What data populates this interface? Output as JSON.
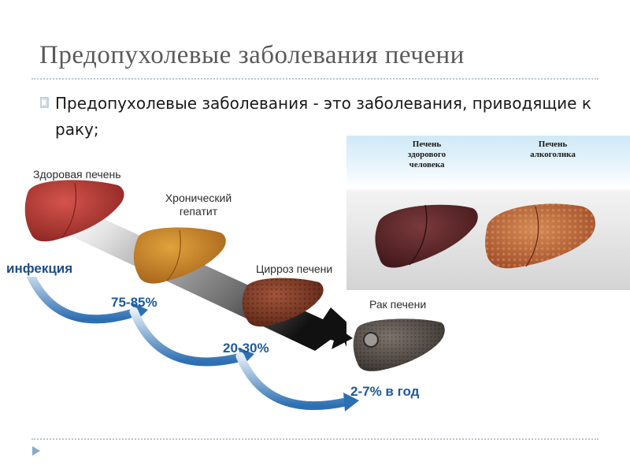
{
  "slide": {
    "title": "Предопухолевые заболевания печени",
    "bullet": "Предопухолевые заболевания  - это заболевания, приводящие к раку;"
  },
  "diagram": {
    "stages": [
      {
        "label": "Здоровая печень",
        "color": "#b63b36"
      },
      {
        "label": "Хронический гепатит",
        "color": "#c98a2c"
      },
      {
        "label": "Цирроз печени",
        "color": "#8a3f26"
      },
      {
        "label": "Рак печени",
        "color": "#5e5650"
      }
    ],
    "infection_label": "инфекция",
    "arrows": [
      {
        "label": "75-85%"
      },
      {
        "label": "20-30%"
      },
      {
        "label": "2-7% в год"
      }
    ],
    "accent_color": "#1e5a9a"
  },
  "photo": {
    "left_label": "Печень здорового человека",
    "right_label": "Печень алкоголика"
  },
  "icons": [
    "bullet-icon",
    "slide-nav-icon"
  ]
}
